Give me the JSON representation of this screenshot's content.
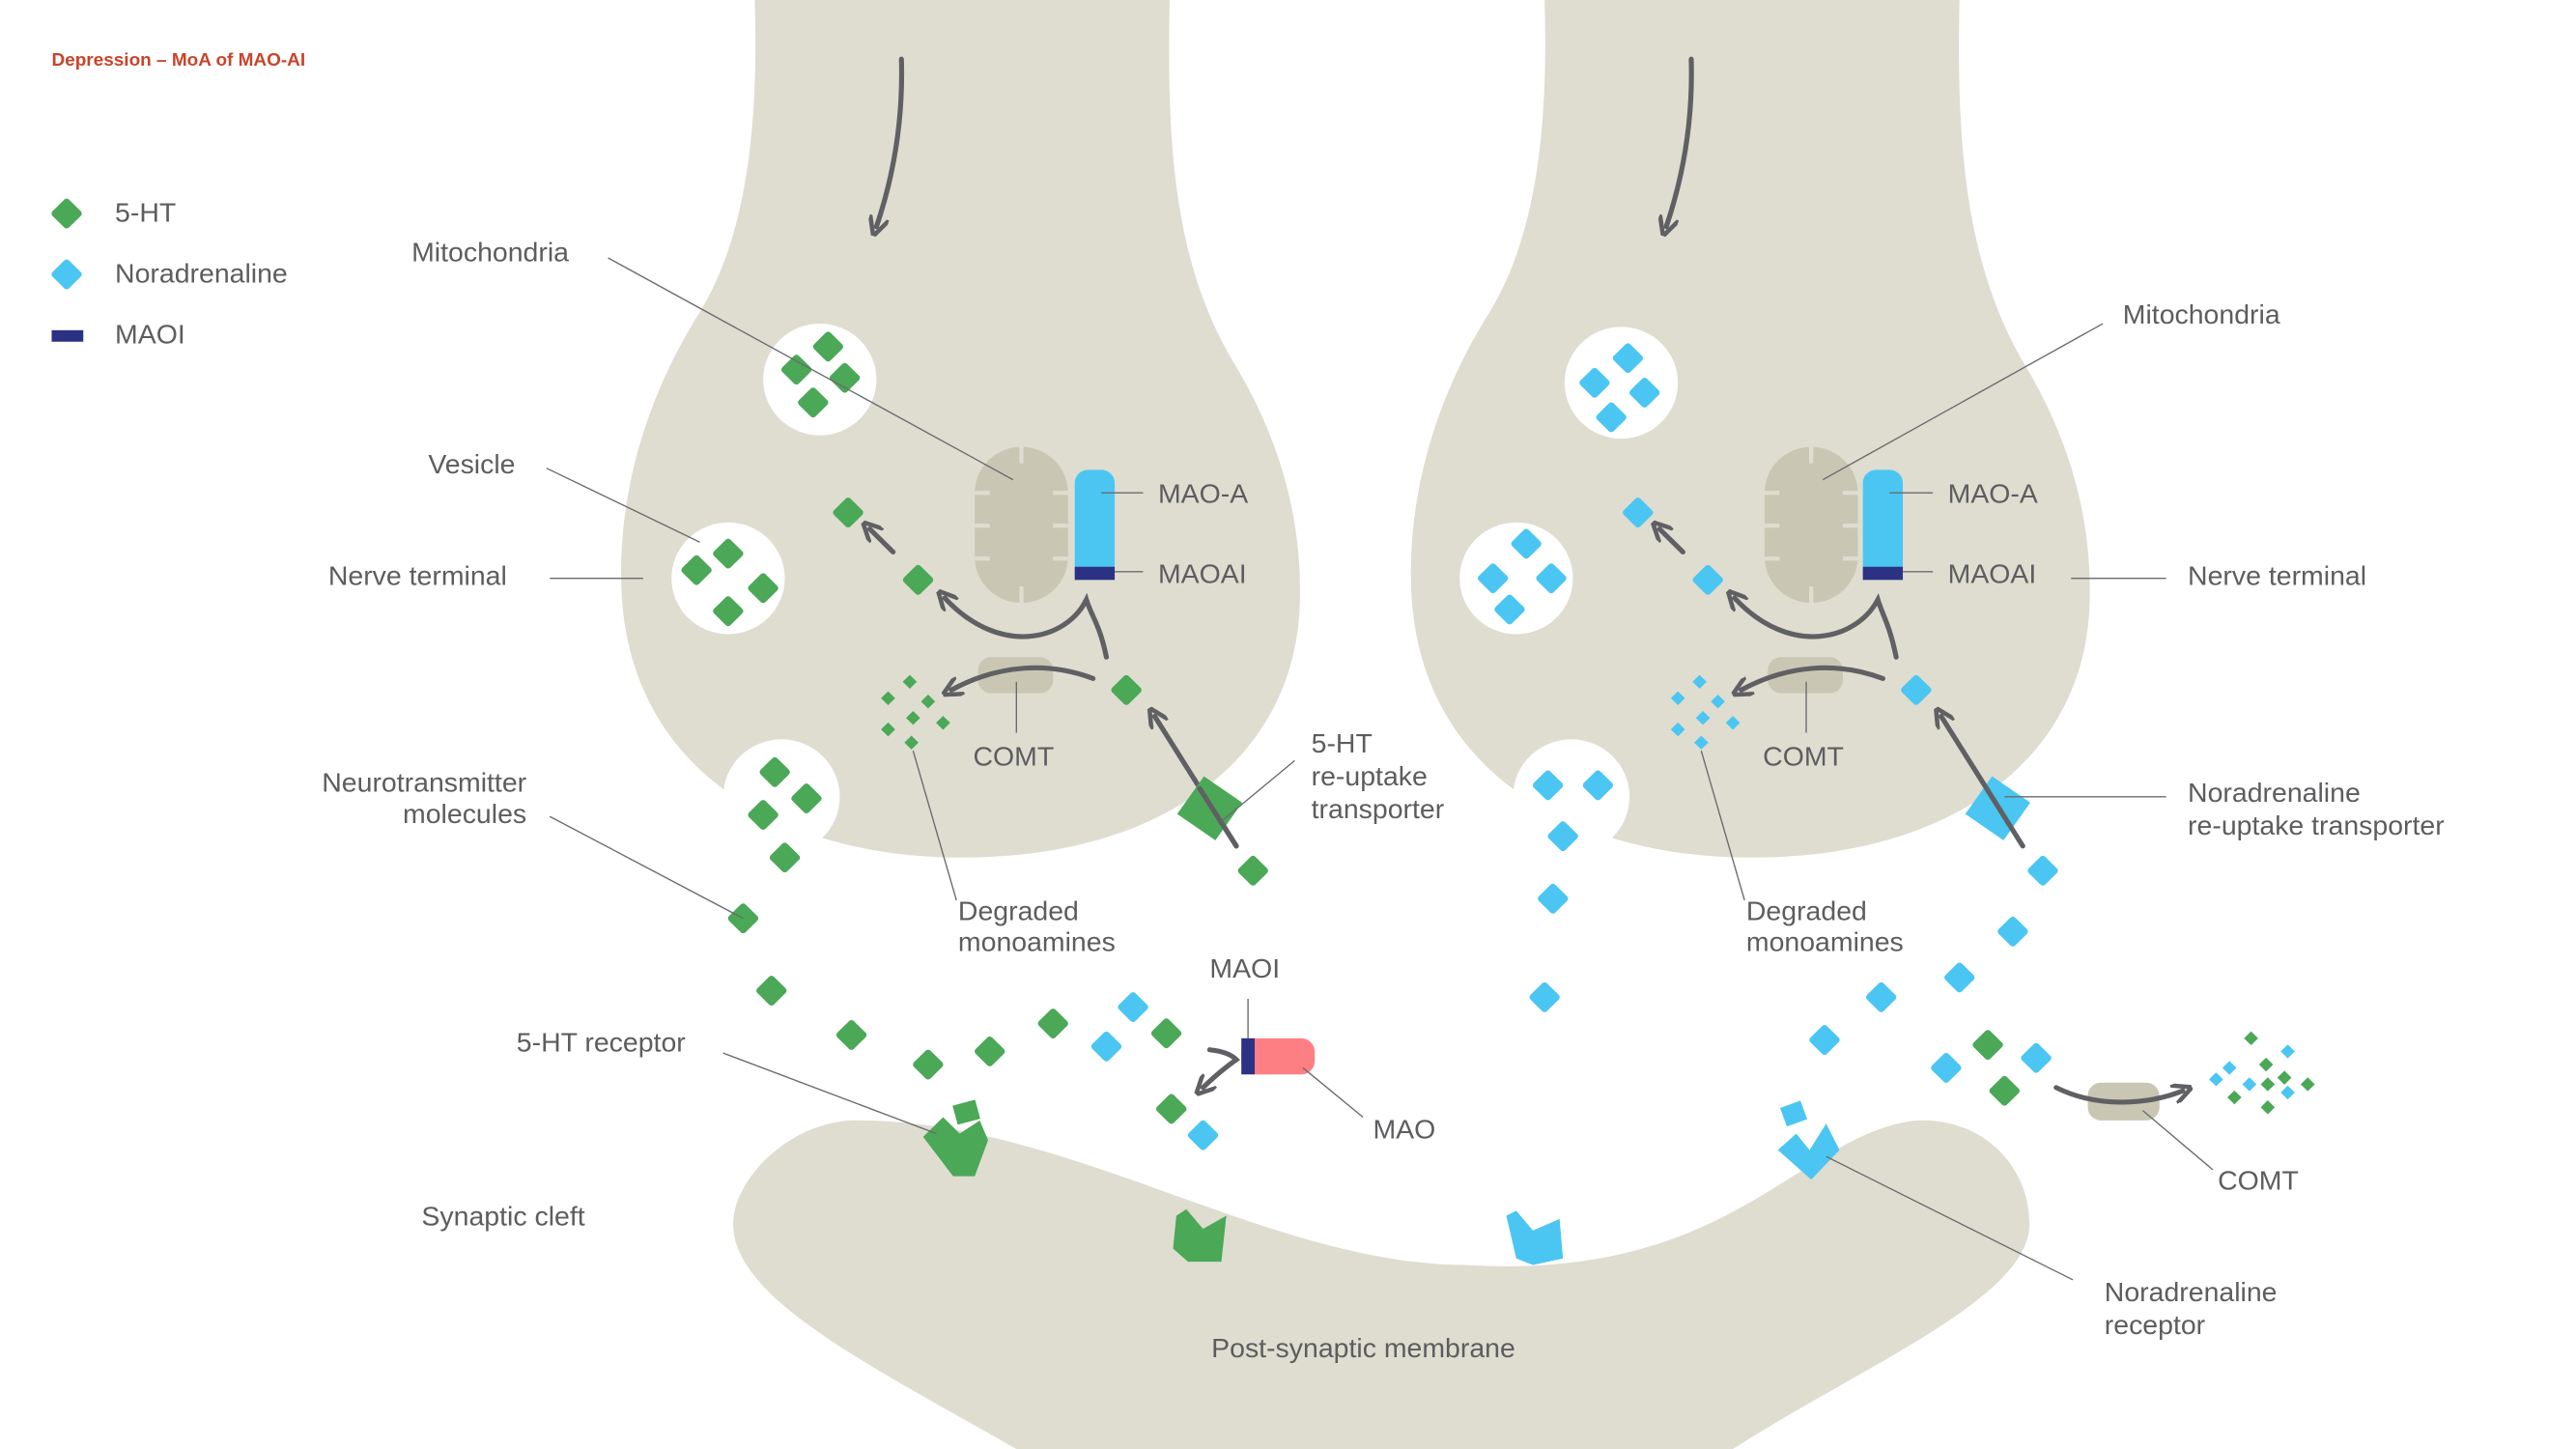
{
  "title": "Depression – MoA of MAO-AI",
  "colors": {
    "serotonin": "#4aa857",
    "noradrenaline": "#4bc6f2",
    "maoi": "#2b3283",
    "mao": "#fd7f84",
    "membrane": "#deddd0",
    "organelle": "#c9c7b3",
    "text": "#5d5d60",
    "title": "#c8442a",
    "arrow": "#606064"
  },
  "legend": [
    {
      "label": "5-HT",
      "icon": "green-diamond-icon"
    },
    {
      "label": "Noradrenaline",
      "icon": "blue-diamond-icon"
    },
    {
      "label": "MAOI",
      "icon": "navy-bar-icon"
    }
  ],
  "left_neuron": {
    "mitochondria": "Mitochondria",
    "vesicle": "Vesicle",
    "nerve_terminal": "Nerve terminal",
    "mao_a": "MAO-A",
    "maoai": "MAOAI",
    "comt": "COMT",
    "neurotransmitter_line1": "Neurotransmitter",
    "neurotransmitter_line2": "molecules",
    "degraded_line1": "Degraded",
    "degraded_line2": "monoamines",
    "transporter_line1": "5-HT",
    "transporter_line2": "re-uptake",
    "transporter_line3": "transporter"
  },
  "right_neuron": {
    "mitochondria": "Mitochondria",
    "nerve_terminal": "Nerve terminal",
    "mao_a": "MAO-A",
    "maoai": "MAOAI",
    "comt": "COMT",
    "degraded_line1": "Degraded",
    "degraded_line2": "monoamines",
    "transporter_line1": "Noradrenaline",
    "transporter_line2": "re-uptake transporter"
  },
  "cleft": {
    "maoi": "MAOI",
    "mao": "MAO",
    "receptor_5ht": "5-HT receptor",
    "synaptic_cleft": "Synaptic cleft",
    "post_synaptic": "Post-synaptic membrane",
    "comt": "COMT",
    "na_receptor_line1": "Noradrenaline",
    "na_receptor_line2": "receptor"
  }
}
